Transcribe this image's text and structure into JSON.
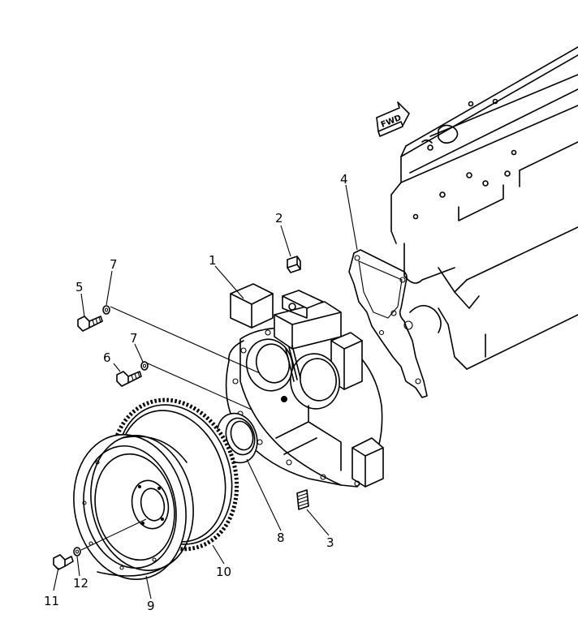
{
  "fwd_label": "FWD",
  "callouts": [
    {
      "id": "1",
      "text": "1"
    },
    {
      "id": "2",
      "text": "2"
    },
    {
      "id": "3",
      "text": "3"
    },
    {
      "id": "4",
      "text": "4"
    },
    {
      "id": "5",
      "text": "5"
    },
    {
      "id": "6",
      "text": "6"
    },
    {
      "id": "7a",
      "text": "7"
    },
    {
      "id": "7b",
      "text": "7"
    },
    {
      "id": "8",
      "text": "8"
    },
    {
      "id": "9",
      "text": "9"
    },
    {
      "id": "10",
      "text": "10"
    },
    {
      "id": "11",
      "text": "11"
    },
    {
      "id": "12",
      "text": "12"
    }
  ]
}
